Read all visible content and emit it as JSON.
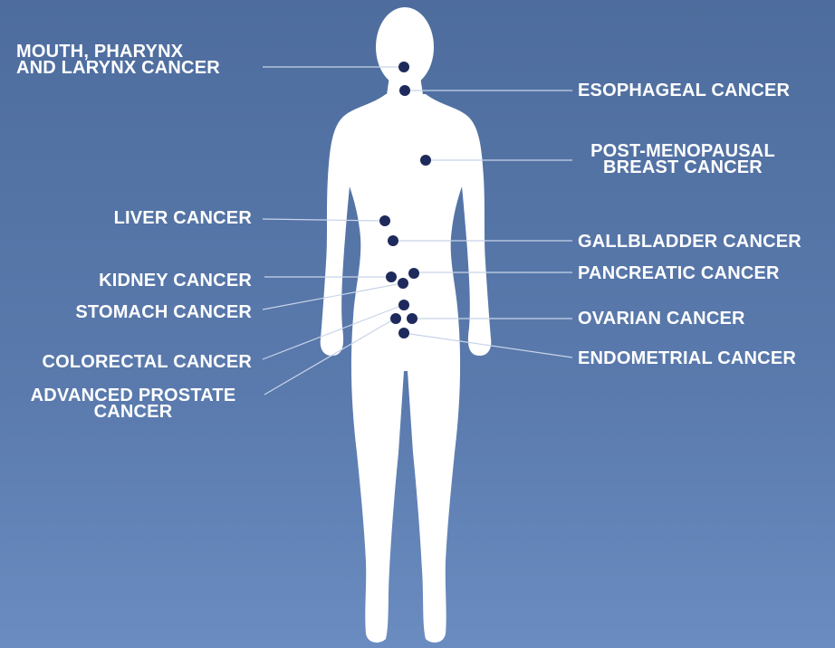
{
  "colors": {
    "background_top": "#4e6d9e",
    "background_bottom": "#6a8cc0",
    "body": "#ffffff",
    "marker": "#1f2a5c",
    "leader_line": "#c8d4e8",
    "label_text": "#ffffff"
  },
  "labels": {
    "mouth": "MOUTH, PHARYNX\nAND LARYNX CANCER",
    "esophageal": "ESOPHAGEAL CANCER",
    "breast": "POST-MENOPAUSAL\nBREAST CANCER",
    "liver": "LIVER CANCER",
    "gallbladder": "GALLBLADDER CANCER",
    "kidney": "KIDNEY CANCER",
    "pancreatic": "PANCREATIC CANCER",
    "stomach": "STOMACH CANCER",
    "ovarian": "OVARIAN CANCER",
    "colorectal": "COLORECTAL CANCER",
    "endometrial": "ENDOMETRIAL CANCER",
    "prostate": "ADVANCED PROSTATE\nCANCER"
  }
}
